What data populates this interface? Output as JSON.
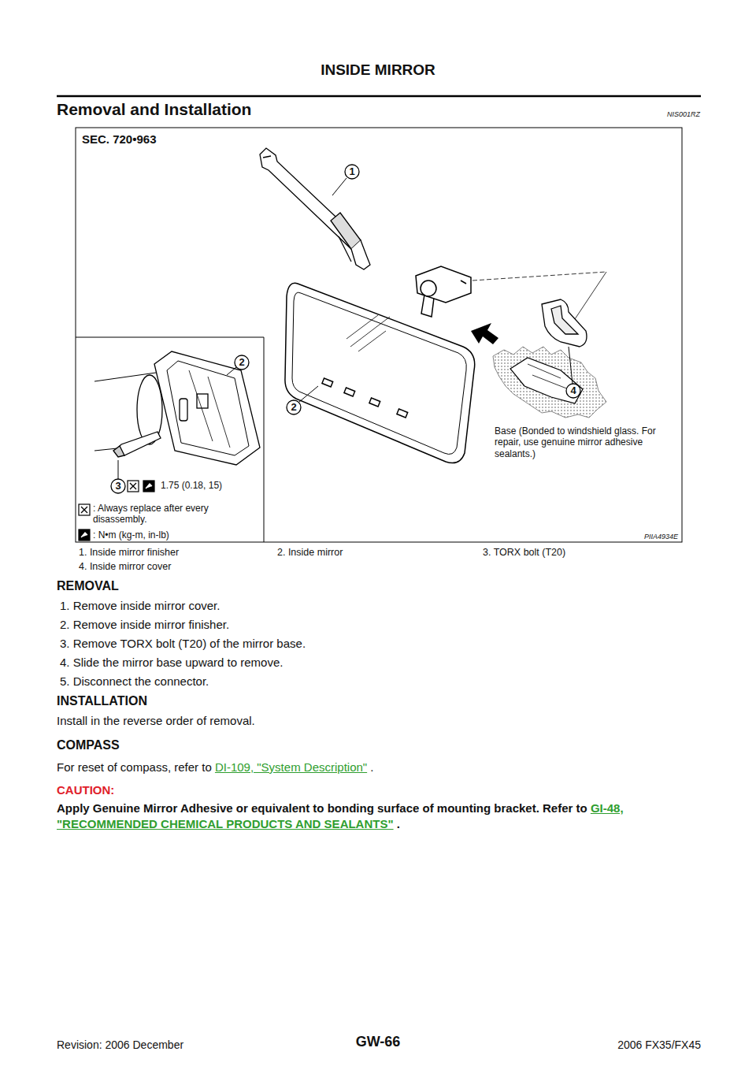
{
  "diagram": {
    "title": "INSIDE MIRROR",
    "labels": [
      "Removal and Installation",
      "NIS001RZ",
      "SEC. 720•963",
      "1",
      "2",
      "2",
      "3",
      "1.75  (0.18, 15)",
      "4",
      "Base (Bonded to windshield glass. For repair, use genuine mirror adhesive sealants.)",
      ": Always replace after every disassembly.",
      ": N•m (kg-m, in-lb)",
      "PIIA4934E",
      "1. Inside mirror finisher",
      "2. Inside mirror",
      "3. TORX bolt (T20)",
      "4. Inside mirror cover",
      "REMOVAL",
      "1. Remove inside mirror cover.",
      "2. Remove inside mirror finisher.",
      "3. Remove TORX bolt (T20) of the mirror base.",
      "4. Slide the mirror base upward to remove.",
      "5. Disconnect the connector.",
      "INSTALLATION",
      "Install in the reverse order of removal.",
      "COMPASS",
      "For reset of compass, refer to",
      "DI-109, \"System Description\"",
      ".",
      "CAUTION:",
      "Apply Genuine Mirror Adhesive or equivalent to bonding surface of mounting bracket. Refer to",
      "GI-48, \"RECOMMENDED CHEMICAL PRODUCTS AND SEALANTS\"",
      ".",
      "GW-66",
      "Revision: 2006 December",
      "2006 FX35/FX45"
    ]
  }
}
